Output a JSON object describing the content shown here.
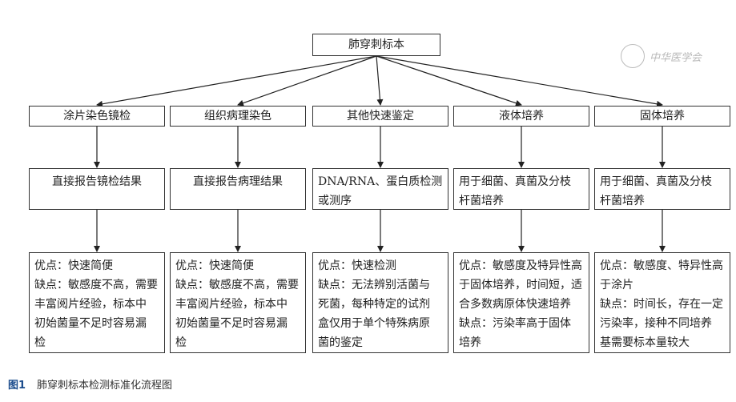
{
  "root": "肺穿刺标本",
  "columns": [
    {
      "method": "涂片染色镜检",
      "result": [
        "直接报告镜检结果"
      ],
      "notes": [
        "优点：快速简便",
        "缺点：敏感度不高，需要",
        "丰富阅片经验，标本中",
        "初始菌量不足时容易漏",
        "检"
      ]
    },
    {
      "method": "组织病理染色",
      "result": [
        "直接报告病理结果"
      ],
      "notes": [
        "优点：快速简便",
        "缺点：敏感度不高，需要",
        "丰富阅片经验，标本中",
        "初始菌量不足时容易漏",
        "检"
      ]
    },
    {
      "method": "其他快速鉴定",
      "result": [
        "DNA/RNA、蛋白质检测",
        "或测序"
      ],
      "notes": [
        "优点：快速检测",
        "缺点：无法辨别活菌与",
        "死菌，每种特定的试剂",
        "盒仅用于单个特殊病原",
        "菌的鉴定"
      ]
    },
    {
      "method": "液体培养",
      "result": [
        "用于细菌、真菌及分枝",
        "杆菌培养"
      ],
      "notes": [
        "优点：敏感度及特异性高",
        "于固体培养，时间短，适",
        "合多数病原体快速培养",
        "缺点：污染率高于固体",
        "培养"
      ]
    },
    {
      "method": "固体培养",
      "result": [
        "用于细菌、真菌及分枝",
        "杆菌培养"
      ],
      "notes": [
        "优点：敏感度、特异性高",
        "于涂片",
        "缺点：时间长，存在一定",
        "污染率，接种不同培养",
        "基需要标本量较大"
      ]
    }
  ],
  "caption": {
    "label": "图1",
    "text": "肺穿刺标本检测标准化流程图"
  },
  "watermark": "中华医学会"
}
